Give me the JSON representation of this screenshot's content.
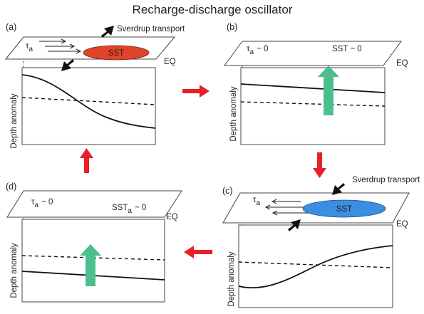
{
  "title": "Recharge-discharge oscillator",
  "y_axis_label": "Depth anomaly",
  "eq_label": "EQ",
  "panels": {
    "a": {
      "label": "(a)",
      "tau": "τ",
      "tau_sub": "a",
      "oval_label": "SST",
      "oval_color": "#e0442a",
      "transport": "Sverdrup transport"
    },
    "b": {
      "label": "(b)",
      "tau": "τ",
      "tau_sub": "a",
      "tau_value": "~ 0",
      "sst_text": "SST ~ 0"
    },
    "c": {
      "label": "(c)",
      "tau": "τ",
      "tau_sub": "a",
      "oval_label": "SST",
      "oval_color": "#3c8ee0",
      "transport": "Sverdrup transport"
    },
    "d": {
      "label": "(d)",
      "tau": "τ",
      "tau_sub": "a",
      "tau_value": "~ 0",
      "sst_main": "SST",
      "sst_sub": "a",
      "sst_value": "~ 0"
    }
  },
  "colors": {
    "cycle_arrow": "#e8202a",
    "upward_arrow": "#4dbf8d",
    "transport_arrow": "#111111"
  }
}
